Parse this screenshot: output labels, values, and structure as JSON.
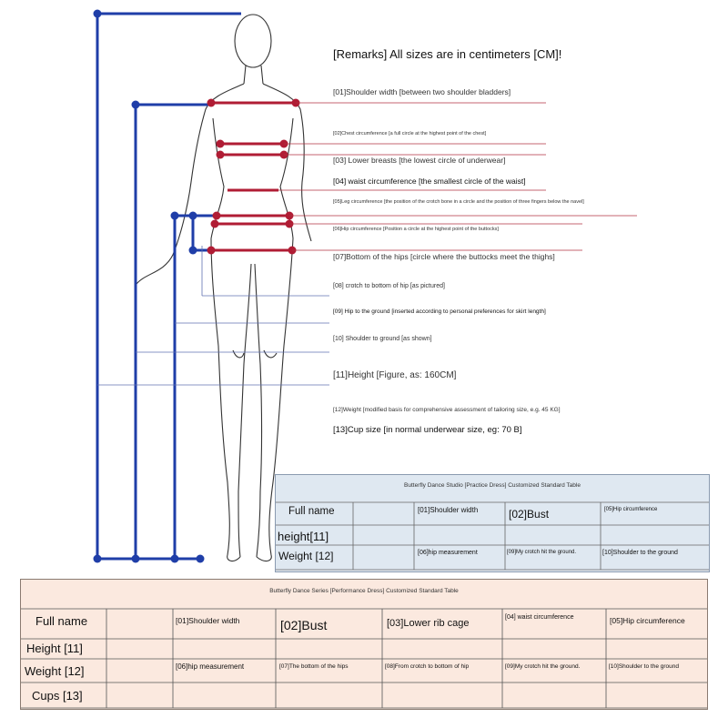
{
  "remarks": "[Remarks] All sizes are in centimeters [CM]!",
  "notes": [
    {
      "text": "[01]Shoulder width [between two shoulder bladders]"
    },
    {
      "text": "[02]Chest circumference [a full circle at the highest point of the chest]"
    },
    {
      "text": "[03] Lower breasts [the lowest circle of underwear]"
    },
    {
      "text": "[04] waist circumference [the smallest circle of the waist]"
    },
    {
      "text": "[05]Leg circumference [the position of the crotch bone in a circle and the position of three fingers below the navel]"
    },
    {
      "text": "[06]Hip circumference [Position a circle at the highest point of the buttocks]"
    },
    {
      "text": "[07]Bottom of the hips [circle where the buttocks meet the thighs]"
    },
    {
      "text": "[08] crotch to bottom of hip [as pictured]"
    },
    {
      "text": "[09] Hip to the ground [inserted according to personal preferences for skirt length]"
    },
    {
      "text": "[10] Shoulder to ground [as shown]"
    },
    {
      "text": "[11]Height [Figure, as: 160CM]"
    },
    {
      "text": "[12]Weight [modified basis for comprehensive assessment of tailoring size, e.g. 45 KG]"
    },
    {
      "text": "[13]Cup size [in normal underwear size, eg: 70 B]"
    }
  ],
  "practice_table": {
    "title": "Butterfly Dance Studio [Practice Dress] Customized Standard Table",
    "full_name": "Full name",
    "height": "height[11]",
    "weight": "Weight [12]",
    "shoulder": "[01]Shoulder width",
    "bust": "[02]Bust",
    "hip_circ": "[05]Hip circumference",
    "hip_meas": "[06]hip measurement",
    "crotch_ground": "[09]My crotch hit the ground.",
    "shoulder_ground": "[10]Shoulder to the ground"
  },
  "performance_table": {
    "title": "Butterfly Dance Series [Performance Dress] Customized Standard Table",
    "full_name": "Full name",
    "height": "Height [11]",
    "weight": "Weight [12]",
    "cups": "Cups [13]",
    "shoulder": "[01]Shoulder width",
    "bust": "[02]Bust",
    "lower_rib": "[03]Lower rib cage",
    "waist": "[04] waist circumference",
    "hip_circ": "[05]Hip circumference",
    "hip_meas": "[06]hip measurement",
    "hips_bottom": "[07]The bottom of the hips",
    "crotch_hip": "[08]From crotch to bottom of hip",
    "crotch_ground": "[09]My crotch hit the ground.",
    "shoulder_ground": "[10]Shoulder to the ground"
  },
  "colors": {
    "guide_blue": "#1f3ea8",
    "measure_red": "#b01c34",
    "practice_bg": "#dfe8f1",
    "performance_bg": "#fbe9df"
  }
}
